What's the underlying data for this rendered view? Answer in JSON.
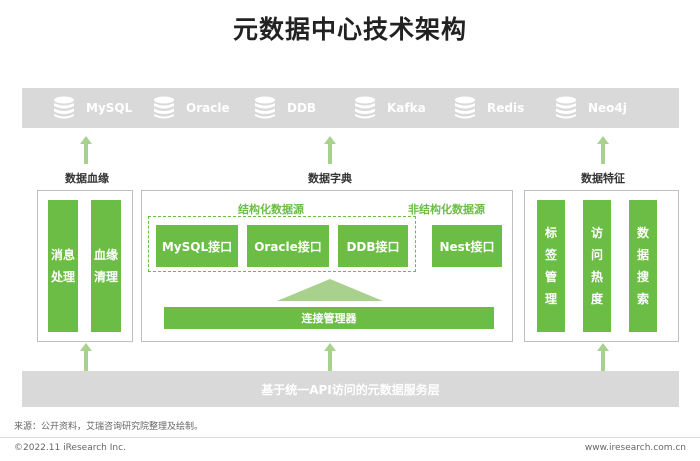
{
  "title": "元数据中心技术架构",
  "sources": [
    "MySQL",
    "Oracle",
    "DDB",
    "Kafka",
    "Redis",
    "Neo4j"
  ],
  "lineage": {
    "label": "数据血缘",
    "items": [
      "消息处理",
      "血缘清理"
    ]
  },
  "dictionary": {
    "label": "数据字典",
    "structured_label": "结构化数据源",
    "unstructured_label": "非结构化数据源",
    "interfaces": [
      "MySQL接口",
      "Oracle接口",
      "DDB接口"
    ],
    "nest_interface": "Nest接口",
    "connection_manager": "连接管理器"
  },
  "features": {
    "label": "数据特征",
    "items": [
      "标签管理",
      "访问热度",
      "数据搜索"
    ]
  },
  "api_layer": "基于统一API访问的元数据服务层",
  "source_note": "来源：公开资料，艾瑞咨询研究院整理及绘制。",
  "copyright": "©2022.11 iResearch Inc.",
  "website": "www.iresearch.com.cn",
  "colors": {
    "accent_green": "#6cbd45",
    "arrow_green": "#a9d18e",
    "bar_gray": "#d9d9d9",
    "triangle_green": "#a9d18e"
  }
}
